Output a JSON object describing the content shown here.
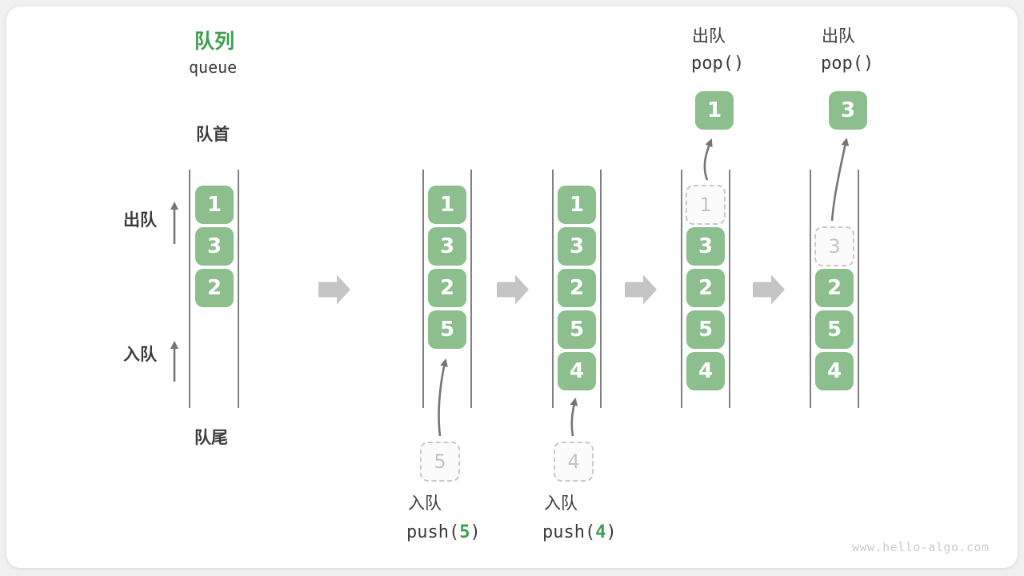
{
  "colors": {
    "green_block": "#8CBE8E",
    "green_accent": "#3C9D50",
    "text_dark": "#3D3D3D",
    "gray_arrow": "#757575",
    "block_arrow": "#C5C5C5",
    "wall": "#808080",
    "ghost_border": "#C9C9C9",
    "ghost_text": "#C4C4C4",
    "watermark": "#CCCCCC"
  },
  "title": {
    "zh": "队列",
    "en": "queue"
  },
  "side_labels": {
    "front": "队首",
    "rear": "队尾",
    "dequeue": "出队",
    "enqueue": "入队"
  },
  "queues": [
    {
      "blocks": [
        "1",
        "3",
        "2"
      ]
    },
    {
      "blocks": [
        "1",
        "3",
        "2",
        "5"
      ],
      "incoming": "5"
    },
    {
      "blocks": [
        "1",
        "3",
        "2",
        "5",
        "4"
      ],
      "incoming": "4"
    },
    {
      "blocks": [
        "3",
        "2",
        "5",
        "4"
      ],
      "leaving": "1",
      "popped": "1"
    },
    {
      "blocks": [
        "2",
        "5",
        "4"
      ],
      "leaving": "3",
      "popped": "3"
    }
  ],
  "operations": {
    "pops": [
      {
        "zh": "出队",
        "code": "pop()"
      },
      {
        "zh": "出队",
        "code": "pop()"
      }
    ],
    "pushes": [
      {
        "zh": "入队",
        "code_pre": "push(",
        "arg": "5",
        "code_post": ")"
      },
      {
        "zh": "入队",
        "code_pre": "push(",
        "arg": "4",
        "code_post": ")"
      }
    ]
  },
  "watermark": "www.hello-algo.com"
}
